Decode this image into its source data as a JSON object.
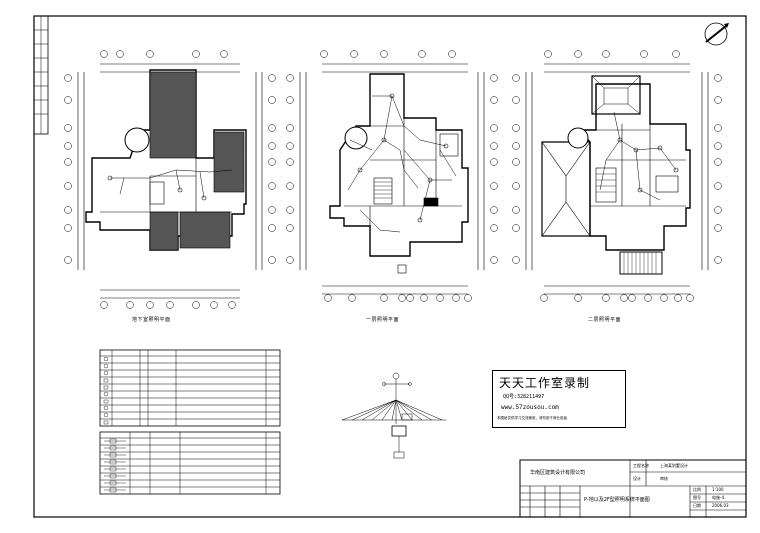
{
  "plans": [
    {
      "id": "basement",
      "title": "地下室照明平面"
    },
    {
      "id": "floor1",
      "title": "一层照明平面"
    },
    {
      "id": "floor2",
      "title": "二层照明平面"
    }
  ],
  "stamp": {
    "title": "天天工作室录制",
    "qq": "QQ号:328211497",
    "url": "www.57zousou.com",
    "note": "本图纸仅供学习交流使用，请勿用于商业用途"
  },
  "title_block": {
    "company": "华南区建筑设计有限公司",
    "drawing_title": "P-地以及2F型照明系统平面图",
    "project": "工程名称",
    "project_value": "上海某别墅设计",
    "design": "设计",
    "check": "审核",
    "scale": "比例",
    "scale_value": "1:100",
    "sheet": "图号",
    "sheet_value": "电施-4",
    "date": "日期",
    "date_value": "2006.03"
  },
  "icons": {
    "north_arrow": "north-arrow-icon"
  }
}
